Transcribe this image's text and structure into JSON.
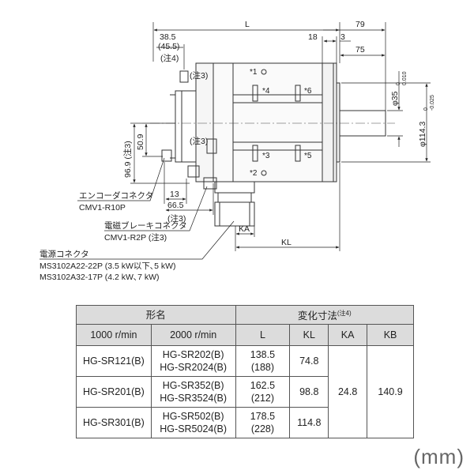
{
  "dimensions": {
    "L": "L",
    "d79": "79",
    "d18": "18",
    "d3": "3",
    "d75": "75",
    "d38_5": "38.5",
    "d45_5": "(45.5)",
    "note4": "(注4)",
    "note3a": "(注3)",
    "note3b": "(注3)",
    "note3c": "(注3)",
    "d50_9": "50.9",
    "d96_9": "96.9 (注3)",
    "d13": "13",
    "d66_5": "66.5",
    "KA": "KA",
    "KL": "KL",
    "shaft_dia": "φ35",
    "shaft_tol_top": "0",
    "shaft_tol_bot": "0.010",
    "spigot_dia": "φ114.3",
    "spigot_tol_top": "0",
    "spigot_tol_bot": "-0.025"
  },
  "marks": {
    "m1": "*1",
    "m2": "*2",
    "m3": "*3",
    "m4": "*4",
    "m5": "*5",
    "m6": "*6"
  },
  "labels": {
    "encoder_connector": "エンコーダコネクタ",
    "encoder_part": "CMV1-R10P",
    "brake_connector": "電磁ブレーキコネクタ",
    "brake_part": "CMV1-R2P (注3)",
    "power_connector": "電源コネクタ",
    "power_part1": "MS3102A22-22P (3.5 kW以下､5 kW)",
    "power_part2": "MS3102A32-17P (4.2 kW､7 kW)"
  },
  "table": {
    "header_model": "形名",
    "header_variable": "変化寸法",
    "header_variable_note": "(注4)",
    "col_1000": "1000 r/min",
    "col_2000": "2000 r/min",
    "col_L": "L",
    "col_KL": "KL",
    "col_KA": "KA",
    "col_KB": "KB",
    "KA_value": "24.8",
    "KB_value": "140.9",
    "rows": [
      {
        "m1000": "HG-SR121(B)",
        "m2000a": "HG-SR202(B)",
        "m2000b": "HG-SR2024(B)",
        "La": "138.5",
        "Lb": "(188)",
        "KL": "74.8"
      },
      {
        "m1000": "HG-SR201(B)",
        "m2000a": "HG-SR352(B)",
        "m2000b": "HG-SR3524(B)",
        "La": "162.5",
        "Lb": "(212)",
        "KL": "98.8"
      },
      {
        "m1000": "HG-SR301(B)",
        "m2000a": "HG-SR502(B)",
        "m2000b": "HG-SR5024(B)",
        "La": "178.5",
        "Lb": "(228)",
        "KL": "114.8"
      }
    ]
  },
  "unit": "(mm)"
}
